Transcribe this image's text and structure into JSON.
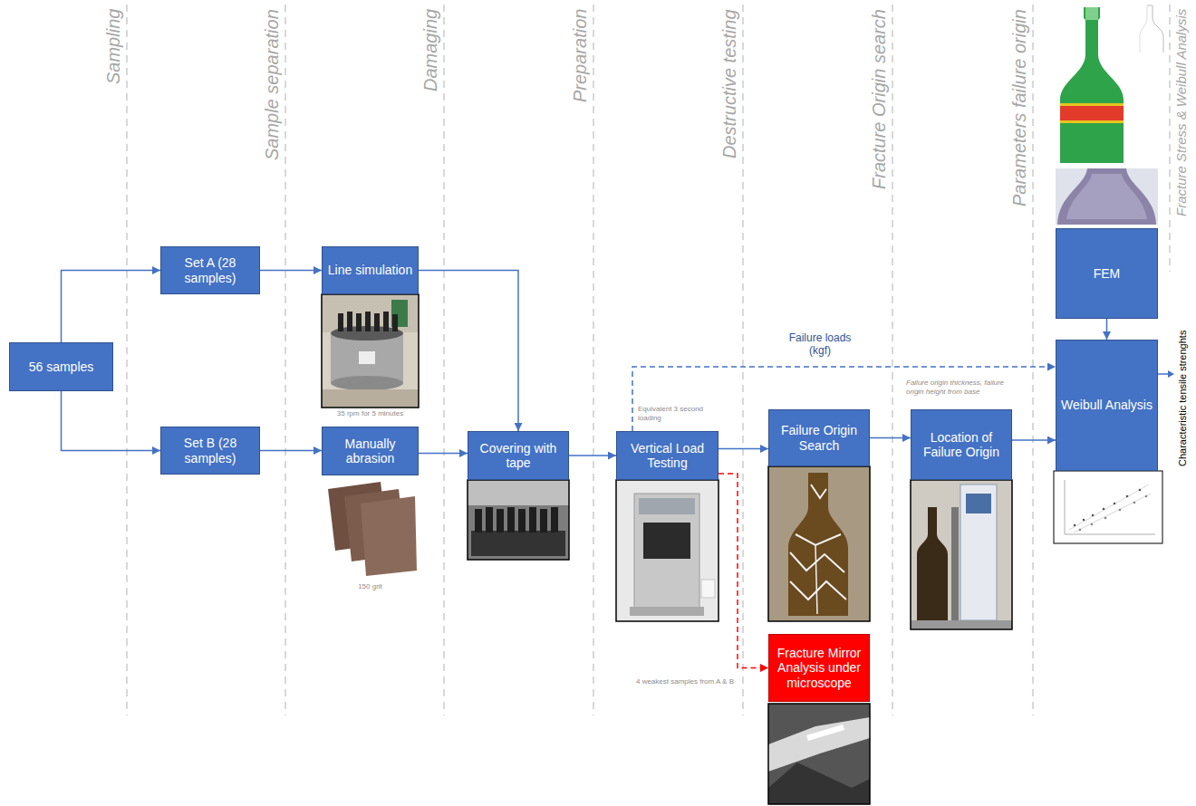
{
  "diagram": {
    "nodes": [
      {
        "text": [
          "56 samples"
        ]
      },
      {
        "text": [
          "Set A (28 samples)"
        ]
      },
      {
        "text": [
          "Set B (28 samples)"
        ]
      },
      {
        "text": [
          "Line simulation"
        ]
      },
      {
        "text": [
          "Manually abrasion"
        ]
      },
      {
        "text": [
          "Covering with tape"
        ]
      },
      {
        "text": [
          "Vertical Load Testing"
        ]
      },
      {
        "text": [
          "Failure Origin Search"
        ]
      },
      {
        "text": [
          "Fracture Mirror Analysis under microscope"
        ]
      },
      {
        "text": [
          "Location of Failure Origin"
        ]
      },
      {
        "text": [
          "FEM"
        ]
      },
      {
        "text": [
          "Weibull Analysis"
        ]
      }
    ],
    "edges": [
      {
        "from": 0,
        "to": 1,
        "arrow": "to"
      },
      {
        "from": 0,
        "to": 2,
        "arrow": "to"
      },
      {
        "from": 1,
        "to": 3,
        "arrow": "to"
      },
      {
        "from": 2,
        "to": 4,
        "arrow": "to"
      },
      {
        "from": 3,
        "to": 5,
        "arrow": "to"
      },
      {
        "from": 4,
        "to": 5,
        "arrow": "to"
      },
      {
        "from": 5,
        "to": 6,
        "arrow": "to"
      },
      {
        "from": 6,
        "to": 7,
        "arrow": "to"
      },
      {
        "from": 7,
        "to": 9,
        "arrow": "to"
      },
      {
        "from": 9,
        "to": 11,
        "arrow": "to"
      },
      {
        "from": 10,
        "to": 11,
        "arrow": "to"
      },
      {
        "from": 6,
        "to": 11,
        "label": "Failure loads (kgf)",
        "arrow": "to"
      },
      {
        "from": 6,
        "to": 8,
        "label": "4 weakest samples from A & B",
        "arrow": "to"
      }
    ],
    "labels": [
      "Sampling",
      "Sample separation",
      "Damaging",
      "Preparation",
      "Destructive testing",
      "Fracture Origin search",
      "Parameters failure origin",
      "Fracture Stress & Weibull Analysis",
      "35 rpm for 5 minutes",
      "150 grit",
      "Equivalent 3 second loading",
      "Failure origin thickness, failure origin height from base",
      "Characteristic tensile strenghts"
    ]
  }
}
